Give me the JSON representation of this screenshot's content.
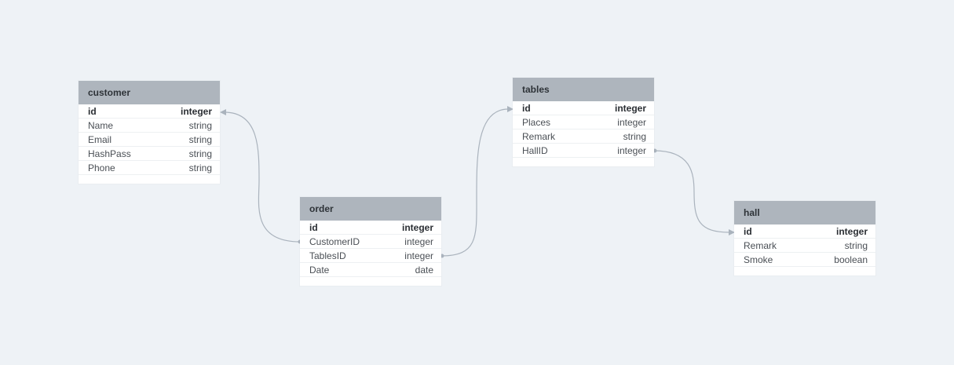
{
  "colors": {
    "background": "#eef2f6",
    "header": "#aeb5bd",
    "connector": "#aab3bd"
  },
  "tables": {
    "customer": {
      "name": "customer",
      "columns": [
        {
          "field": "id",
          "type": "integer"
        },
        {
          "field": "Name",
          "type": "string"
        },
        {
          "field": "Email",
          "type": "string"
        },
        {
          "field": "HashPass",
          "type": "string"
        },
        {
          "field": "Phone",
          "type": "string"
        }
      ]
    },
    "order": {
      "name": "order",
      "columns": [
        {
          "field": "id",
          "type": "integer"
        },
        {
          "field": "CustomerID",
          "type": "integer"
        },
        {
          "field": "TablesID",
          "type": "integer"
        },
        {
          "field": "Date",
          "type": "date"
        }
      ]
    },
    "tables": {
      "name": "tables",
      "columns": [
        {
          "field": "id",
          "type": "integer"
        },
        {
          "field": "Places",
          "type": "integer"
        },
        {
          "field": "Remark",
          "type": "string"
        },
        {
          "field": "HallID",
          "type": "integer"
        }
      ]
    },
    "hall": {
      "name": "hall",
      "columns": [
        {
          "field": "id",
          "type": "integer"
        },
        {
          "field": "Remark",
          "type": "string"
        },
        {
          "field": "Smoke",
          "type": "boolean"
        }
      ]
    }
  },
  "relations": [
    {
      "from": "order.CustomerID",
      "to": "customer.id"
    },
    {
      "from": "order.TablesID",
      "to": "tables.id"
    },
    {
      "from": "tables.HallID",
      "to": "hall.id"
    }
  ]
}
